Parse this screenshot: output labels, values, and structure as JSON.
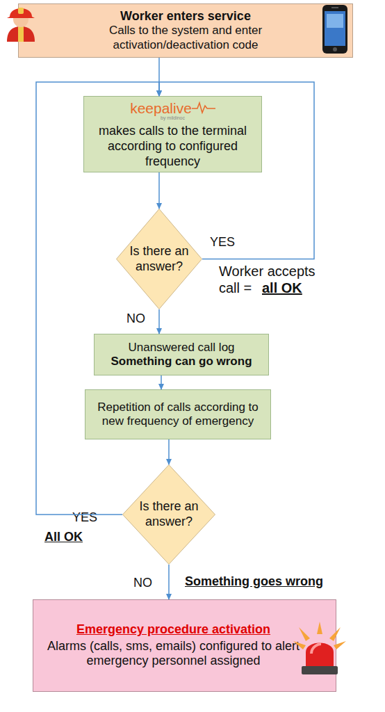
{
  "diagram": {
    "nodes": [
      {
        "text": [
          "Worker enters service",
          "Calls to the system and enter activation/deactivation code"
        ]
      },
      {
        "text": [
          "keepalive",
          "by mildinoc",
          "makes calls to the terminal according to configured frequency"
        ]
      },
      {
        "text": [
          "Is there an answer?"
        ]
      },
      {
        "text": [
          "Unanswered call log",
          "Something can go wrong"
        ]
      },
      {
        "text": [
          "Repetition of calls according to new frequency of emergency"
        ]
      },
      {
        "text": [
          "Is there an answer?"
        ]
      },
      {
        "text": [
          "Emergency procedure activation",
          "Alarms (calls, sms, emails) configured to alert emergency personnel assigned"
        ]
      }
    ],
    "edges": [
      {
        "from": 0,
        "to": 1,
        "arrow": "to"
      },
      {
        "from": 1,
        "to": 2,
        "arrow": "to"
      },
      {
        "from": 2,
        "to": 1,
        "label": "YES",
        "arrow": "to"
      },
      {
        "from": 2,
        "to": 3,
        "label": "NO",
        "arrow": "to"
      },
      {
        "from": 3,
        "to": 4,
        "arrow": "to"
      },
      {
        "from": 4,
        "to": 5,
        "arrow": "to"
      },
      {
        "from": 5,
        "to": 1,
        "label": "YES",
        "arrow": "to"
      },
      {
        "from": 5,
        "to": 6,
        "label": "NO",
        "arrow": "to"
      }
    ],
    "labels": [
      "Worker accepts call =",
      "all OK",
      "All OK",
      "Something goes wrong"
    ]
  }
}
